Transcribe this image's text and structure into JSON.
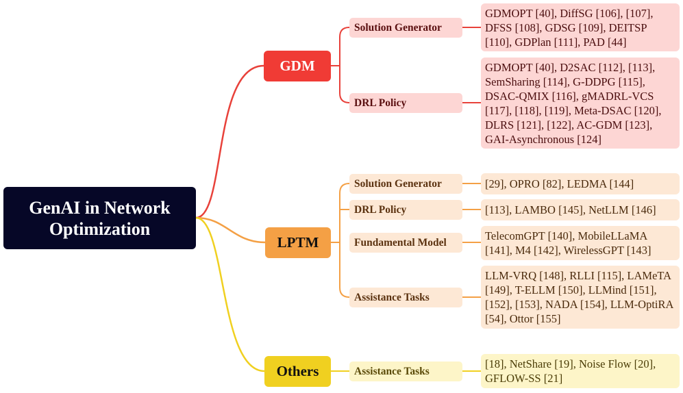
{
  "root": {
    "title": "GenAI in Network Optimization"
  },
  "colors": {
    "root": "#060727",
    "gdm": "#f03b35",
    "lptm": "#f4a045",
    "others": "#f0d020"
  },
  "categories": [
    {
      "key": "gdm",
      "label": "GDM",
      "children": [
        {
          "label": "Solution Generator",
          "refs": "GDMOPT [40], DiffSG [106], [107], DFSS [108], GDSG [109], DEITSP [110], GDPlan [111], PAD [44]"
        },
        {
          "label": "DRL Policy",
          "refs": "GDMOPT [40], D2SAC [112], [113], SemSharing [114], G-DDPG [115], DSAC-QMIX [116], gMADRL-VCS [117], [118], [119], Meta-DSAC [120], DLRS [121], [122], AC-GDM [123], GAI-Asynchronous [124]"
        }
      ]
    },
    {
      "key": "lptm",
      "label": "LPTM",
      "children": [
        {
          "label": "Solution Generator",
          "refs": "[29], OPRO [82], LEDMA [144]"
        },
        {
          "label": "DRL Policy",
          "refs": "[113], LAMBO [145], NetLLM [146]"
        },
        {
          "label": "Fundamental Model",
          "refs": "TelecomGPT [140], MobileLLaMA [141], M4 [142], WirelessGPT [143]"
        },
        {
          "label": "Assistance Tasks",
          "refs": "LLM-VRQ [148], RLLI [115], LAMeTA [149], T-ELLM [150], LLMind [151], [152], [153], NADA [154], LLM-OptiRA [54], Ottor [155]"
        }
      ]
    },
    {
      "key": "others",
      "label": "Others",
      "children": [
        {
          "label": "Assistance Tasks",
          "refs": "[18], NetShare [19], Noise Flow [20], GFLOW-SS [21]"
        }
      ]
    }
  ]
}
